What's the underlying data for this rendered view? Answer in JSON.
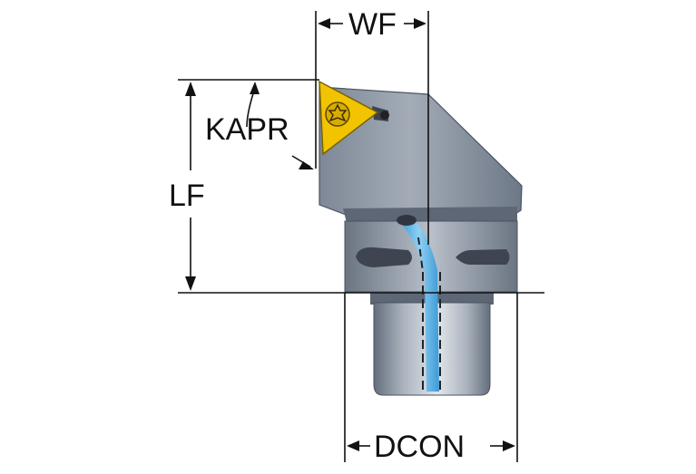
{
  "dimensions": {
    "wf": "WF",
    "kapr": "KAPR",
    "lf": "LF",
    "dcon": "DCON"
  },
  "colors": {
    "insert": "#f2c400",
    "coolant": "#5bb4e6",
    "body_dark": "#6b7684",
    "body_light": "#c9d0d8",
    "line": "#111111"
  },
  "icons": {
    "insert_screw": "torx-screw-icon"
  }
}
